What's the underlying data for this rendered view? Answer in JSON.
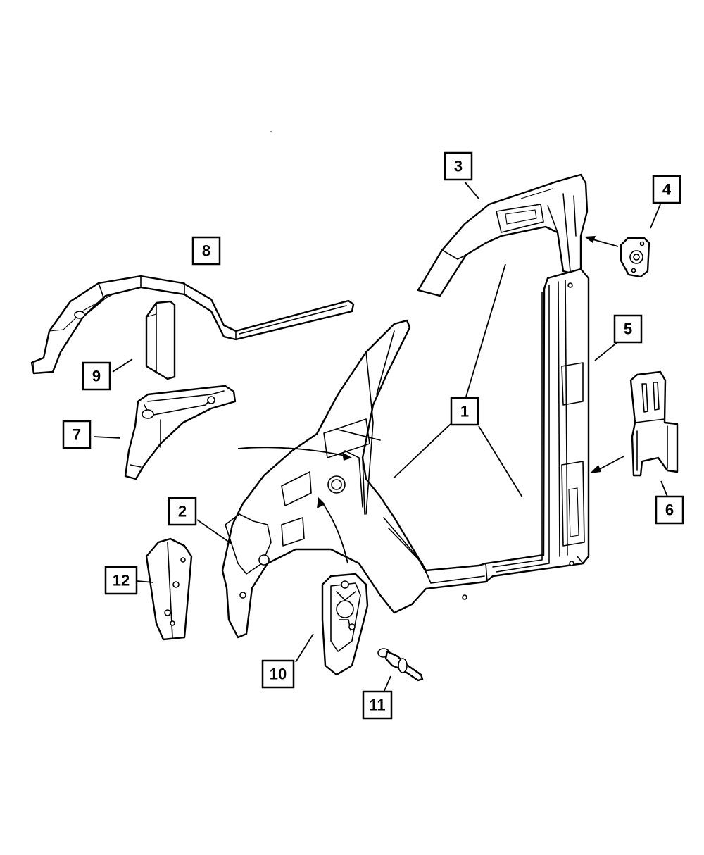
{
  "callouts": [
    {
      "label": "1",
      "part": "body-side-aperture"
    },
    {
      "label": "2",
      "part": "front-fender-apron"
    },
    {
      "label": "3",
      "part": "roof-rail-reinforcement"
    },
    {
      "label": "4",
      "part": "hinge-plate"
    },
    {
      "label": "5",
      "part": "b-pillar-reinforcement"
    },
    {
      "label": "6",
      "part": "pillar-bracket"
    },
    {
      "label": "7",
      "part": "apron-bracket"
    },
    {
      "label": "8",
      "part": "upper-wheelhouse-rail"
    },
    {
      "label": "9",
      "part": "rail-extension"
    },
    {
      "label": "10",
      "part": "wheelhouse-shield"
    },
    {
      "label": "11",
      "part": "push-pin-fastener"
    },
    {
      "label": "12",
      "part": "support-bracket"
    }
  ]
}
